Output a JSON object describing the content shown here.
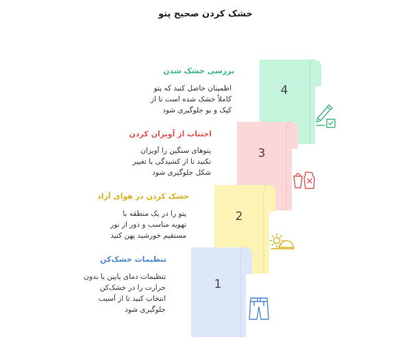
{
  "title": "خشک کردن صحیح پتو",
  "colors": {
    "blue": "#4a86d0",
    "yellow": "#d8b21c",
    "red": "#e05252",
    "green": "#3ab87a"
  },
  "steps": [
    {
      "number": "1",
      "heading": "تنظیمات خشک‌کن",
      "description": "تنظیمات دمای پایین یا بدون\nحرارت را در خشک‌کن\nانتخاب کنید تا از آسیب\nجلوگیری شود",
      "icon": "shorts-icon"
    },
    {
      "number": "2",
      "heading": "خشک کردن در هوای آزاد",
      "description": "پتو را در یک منطقه با\nتهویه مناسب و دور از نور\nمستقیم خورشید پهن کنید",
      "icon": "sun-shade-icon"
    },
    {
      "number": "3",
      "heading": "اجتناب از آویزان کردن",
      "description": "پتوهای سنگین را آویزان\nنکنید تا از کشیدگی یا تغییر\nشکل جلوگیری شود",
      "icon": "laundry-bag-icon"
    },
    {
      "number": "4",
      "heading": "بررسی خشک شدن",
      "description": "اطمینان حاصل کنید که پتو\nکاملاً خشک شده است تا از\nکپک و بو جلوگیری شود",
      "icon": "inspect-checklist-icon"
    }
  ]
}
